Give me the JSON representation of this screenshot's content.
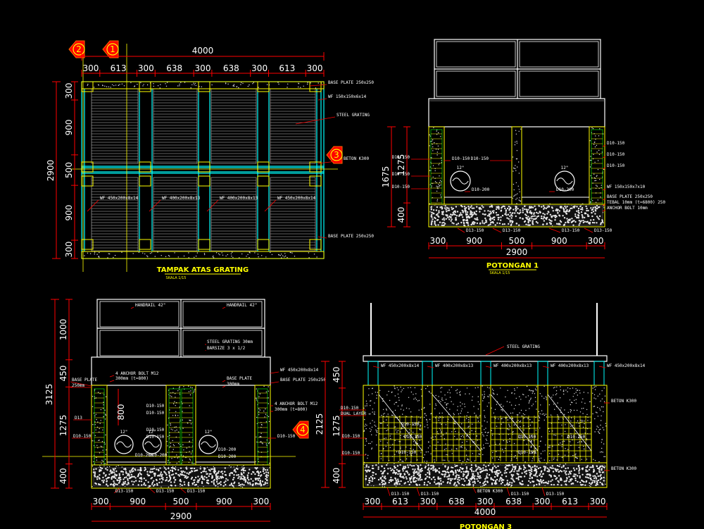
{
  "plan": {
    "title": "TAMPAK ATAS GRATING",
    "scale": "SKALA 1/15",
    "overall_width": "4000",
    "widths": [
      "300",
      "613",
      "300",
      "638",
      "300",
      "638",
      "300",
      "613",
      "300"
    ],
    "overall_height": "2900",
    "heights": [
      "300",
      "900",
      "500",
      "900",
      "300"
    ],
    "markers": [
      "2",
      "1",
      "3"
    ],
    "notes": [
      "BASE PLATE 250x250",
      "WF 150x150x6x14",
      "STEEL GRATING",
      "BETON K300",
      "WF 450x200x8x14",
      "WF 400x200x8x13",
      "WF 400x200x8x13",
      "WF 450x200x8x14",
      "BASE PLATE 250x250"
    ]
  },
  "section1": {
    "title": "POTONGAN 1",
    "scale": "SKALA 1/15",
    "bottom_total": "2900",
    "bottom_dims": [
      "300",
      "900",
      "500",
      "900",
      "300"
    ],
    "left_total": "1675",
    "left_dims": [
      "1275",
      "400"
    ],
    "notes_left": [
      "D10-150",
      "D10-150",
      "D10-150"
    ],
    "notes_mid": [
      "D10-150",
      "D10-150",
      "D10-200",
      "D10-200"
    ],
    "pipe_labels": [
      "12\"",
      "12\""
    ],
    "notes_right": [
      "D10-150",
      "D10-150",
      "D10-150",
      "WF 150x150x7x10",
      "BASE PLATE 250x250",
      "TEBAL 10mm (t=6800) 250",
      "ANCHOR BOLT 10mm"
    ],
    "notes_bottom": [
      "D13-150",
      "D13-150",
      "D13-150",
      "D13-150"
    ]
  },
  "section2": {
    "notes_top": [
      "HANDRAIL 42\"",
      "HANDRAIL 42\"",
      "STEEL GRATING 30mm",
      "BARSIZE 3 x 1/2"
    ],
    "notes_left": [
      "BASE PLATE",
      "250mm",
      "4 ANCHOR BOLT M12",
      "300mm (t=800)",
      "D13",
      "D10-150"
    ],
    "notes_right": [
      "WF 450x200x8x14",
      "BASE PLATE 250x250",
      "BASE PLATE",
      "300mm",
      "4 ANCHOR BOLT M12",
      "300mm (t=800)",
      "D10-150"
    ],
    "notes_mid": [
      "D10-150",
      "D10-150",
      "D10-150",
      "D10-150",
      "D10-200",
      "D10-200",
      "D10-200",
      "D10-200"
    ],
    "pipe_labels": [
      "12\"",
      "12\"",
      "12\""
    ],
    "opening": "800",
    "left_total": "3125",
    "left_dims": [
      "1000",
      "450",
      "1275",
      "400"
    ],
    "bottom_total": "2900",
    "bottom_dims": [
      "300",
      "900",
      "500",
      "900",
      "300"
    ],
    "notes_bottom": [
      "D13-150",
      "D13-150",
      "D13-150"
    ],
    "marker": "4"
  },
  "section3": {
    "title": "POTONGAN 3",
    "grating_note": "STEEL GRATING",
    "wf_notes": [
      "WF 450x200x8x14",
      "WF 400x200x8x13",
      "WF 400x200x8x13",
      "WF 400x200x8x13",
      "WF 450x200x8x14"
    ],
    "left_total": "2125",
    "left_dims": [
      "450",
      "1275",
      "400"
    ],
    "left_notes": [
      "D10-150",
      "DUAL LAYER",
      "D10-150",
      "D10-150"
    ],
    "mid_notes": [
      "D10-150",
      "D10-150",
      "D10-150",
      "D10-150",
      "D10-150",
      "D10-150"
    ],
    "right_notes": [
      "BETON K300",
      "BETON K300"
    ],
    "bottom_notes": [
      "D13-150",
      "D13-150",
      "BETON K300",
      "D13-150",
      "D13-150"
    ],
    "bottom_total": "4000",
    "bottom_dims": [
      "300",
      "613",
      "300",
      "638",
      "300",
      "638",
      "300",
      "613",
      "300"
    ]
  },
  "colors": {
    "background": "#000000",
    "dim_line": "#ff0000",
    "dim_text": "#ffffff",
    "concrete": "#ffff00",
    "steel_wf": "#00ffff",
    "grating": "#c0c0c0",
    "axis": "#ffff00",
    "marker_fill": "#ff0000",
    "rebar": "#00ff00"
  }
}
